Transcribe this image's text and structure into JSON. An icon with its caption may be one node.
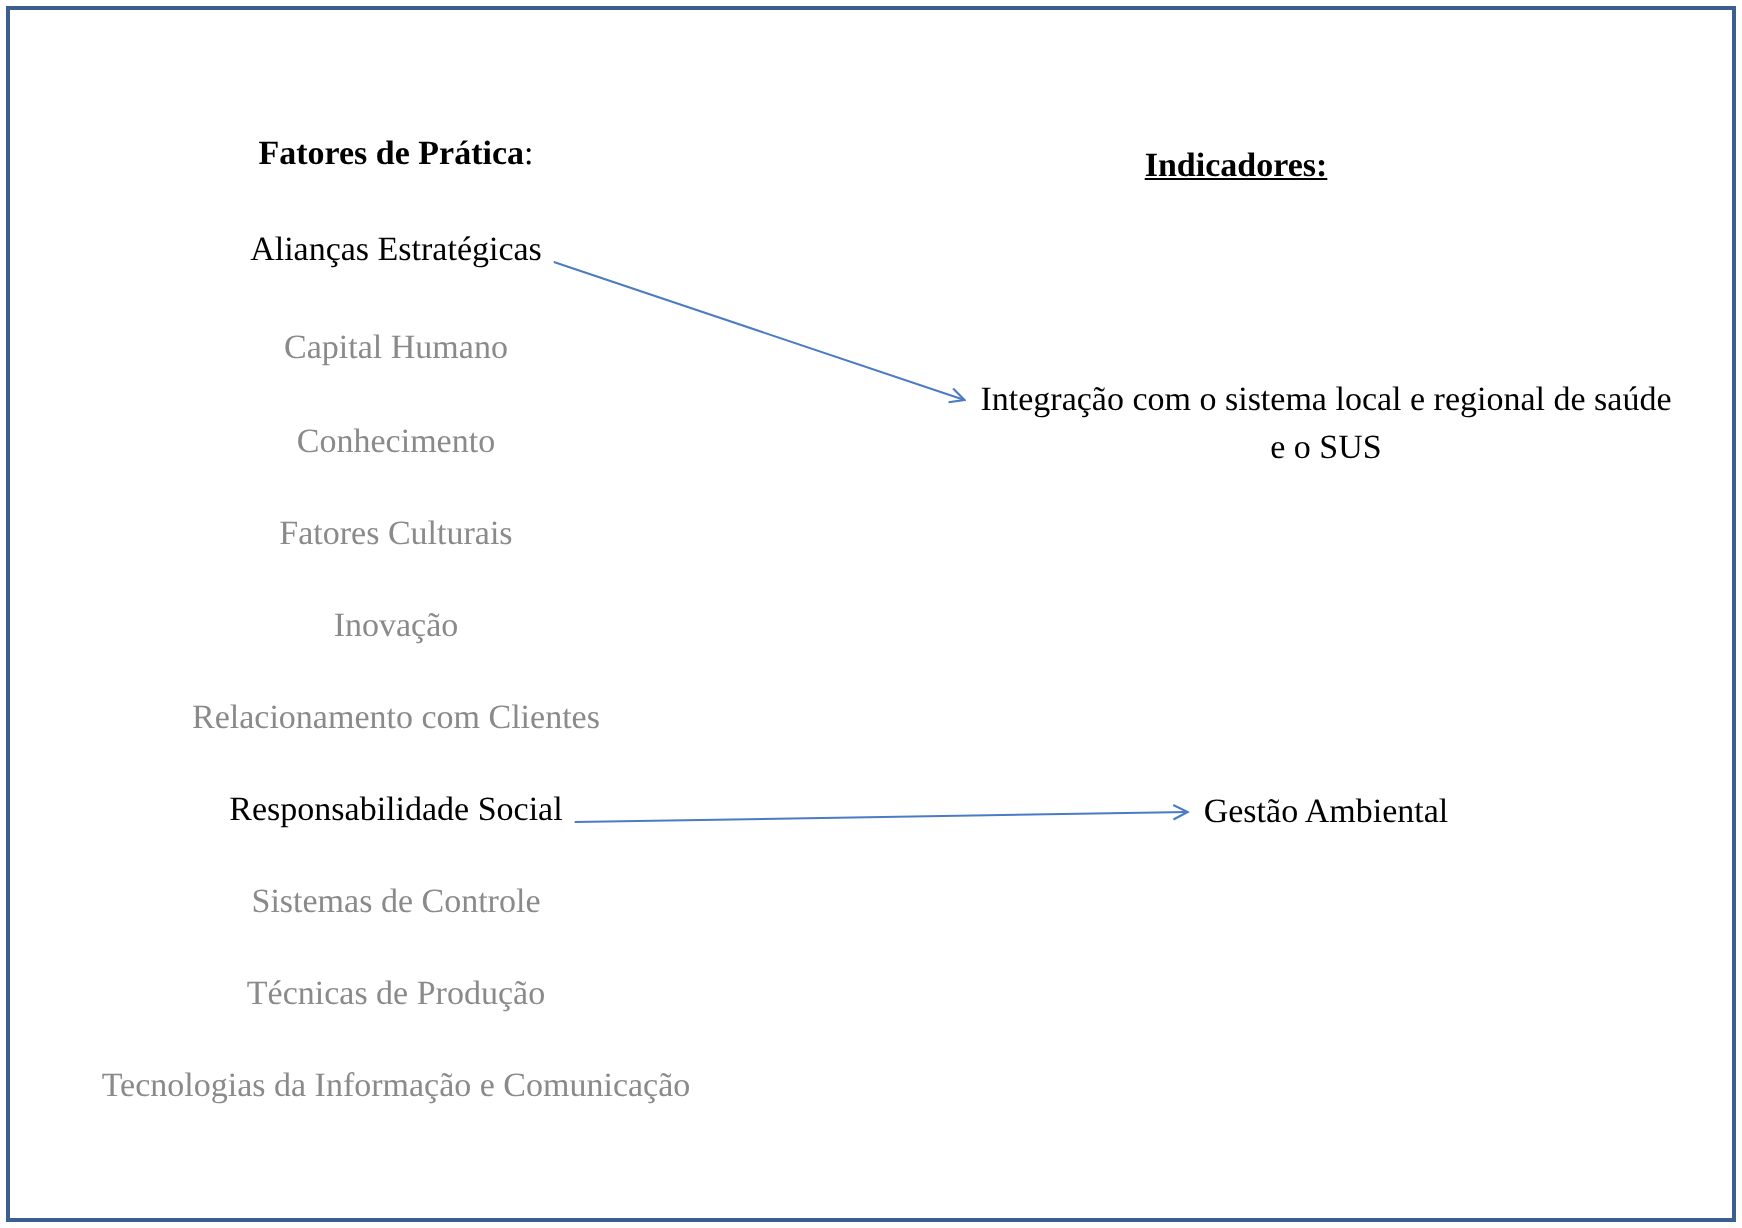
{
  "diagram": {
    "nodes": [
      {
        "text": [
          "Alianças Estratégicas"
        ]
      },
      {
        "text": [
          "Capital Humano"
        ]
      },
      {
        "text": [
          "Conhecimento"
        ]
      },
      {
        "text": [
          "Fatores Culturais"
        ]
      },
      {
        "text": [
          "Inovação"
        ]
      },
      {
        "text": [
          "Relacionamento com Clientes"
        ]
      },
      {
        "text": [
          "Responsabilidade Social"
        ]
      },
      {
        "text": [
          "Sistemas de Controle"
        ]
      },
      {
        "text": [
          "Técnicas de Produção"
        ]
      },
      {
        "text": [
          "Tecnologias da Informação e Comunicação"
        ]
      },
      {
        "text": [
          "Integração com o sistema local e regional de saúde e o SUS"
        ]
      },
      {
        "text": [
          "Gestão Ambiental"
        ]
      }
    ],
    "edges": [
      {
        "from": 0,
        "to": 10,
        "arrow": "to"
      },
      {
        "from": 6,
        "to": 11,
        "arrow": "to"
      }
    ],
    "labels": [
      "**Fatores de Prática**:",
      "Indicadores:"
    ]
  }
}
